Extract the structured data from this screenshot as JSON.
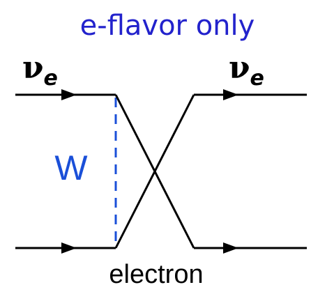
{
  "title": "e-flavor only",
  "left_particle": {
    "symbol": "ν",
    "subscript": "e"
  },
  "right_particle": {
    "symbol": "ν",
    "subscript": "e"
  },
  "boson_label": "W",
  "bottom_label": "electron",
  "colors": {
    "title": "#2222cc",
    "boson": "#1a4fd8",
    "boson_line": "#1a4fd8",
    "lines": "#000000",
    "text": "#000000"
  }
}
